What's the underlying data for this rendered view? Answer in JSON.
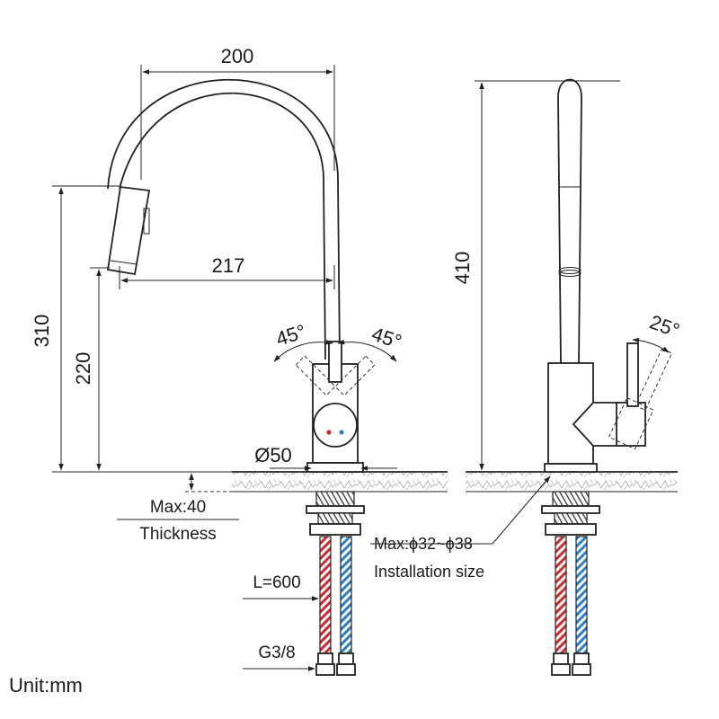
{
  "dimensions": {
    "spout_reach_top": "200",
    "spout_reach_bottom": "217",
    "total_height_left": "310",
    "spout_height": "220",
    "handle_angle_left": "45°",
    "handle_angle_right": "45°",
    "base_diameter": "Ø50",
    "total_height_side": "410",
    "handle_angle_side": "25°"
  },
  "notes": {
    "max_thickness_value": "Max:40",
    "max_thickness_label": "Thickness",
    "hose_length": "L=600",
    "connector": "G3/8",
    "installation_value": "Max:ϕ32~ϕ38",
    "installation_label": "Installation size",
    "unit": "Unit:mm"
  },
  "colors": {
    "hot_hose": "#d9262c",
    "cold_hose": "#2a7fc8",
    "countertop_hatch": "#9a9a9a",
    "outline": "#222222"
  }
}
